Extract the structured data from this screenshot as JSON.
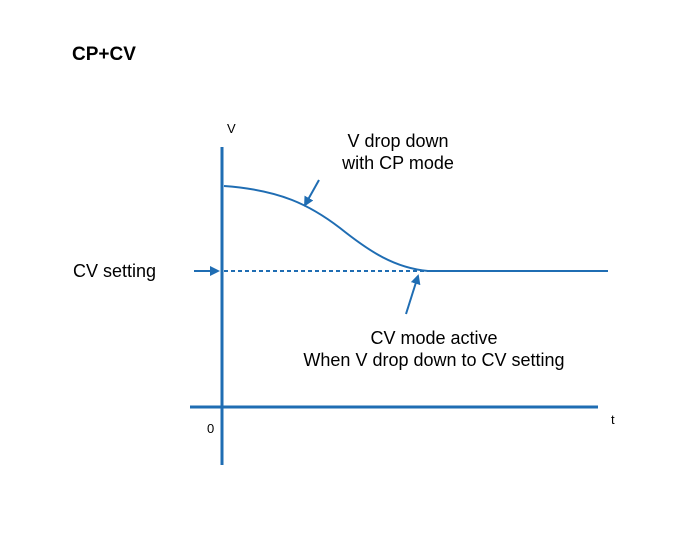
{
  "title": "CP+CV",
  "axes": {
    "y_label": "V",
    "x_label": "t",
    "origin_label": "0"
  },
  "annotations": {
    "cv_setting": "CV setting",
    "cp_mode": [
      "V drop down",
      "with CP mode"
    ],
    "cv_mode": [
      "CV mode active",
      "When V drop down to CV setting"
    ]
  },
  "colors": {
    "line": "#1f6db3",
    "text": "#000000",
    "background": "#ffffff"
  }
}
